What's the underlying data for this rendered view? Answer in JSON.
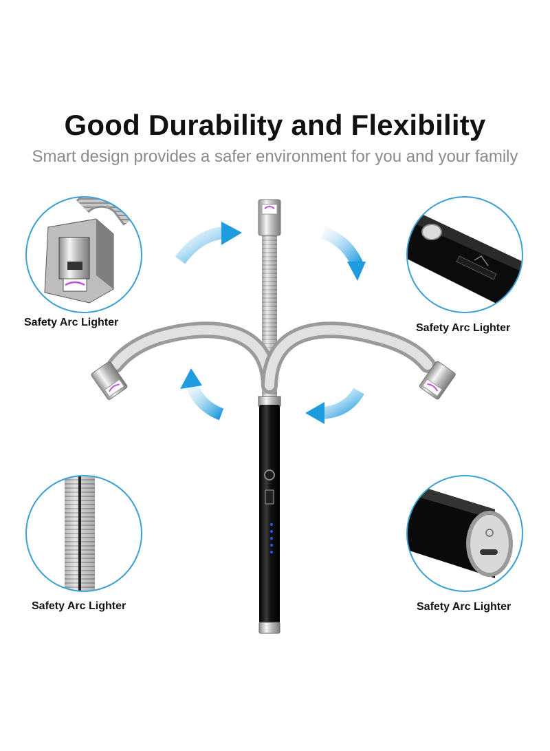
{
  "heading": {
    "title": "Good Durability and Flexibility",
    "subtitle": "Smart design provides a safer environment for you and your family"
  },
  "callouts": [
    {
      "label": "Safety Arc Lighter"
    },
    {
      "label": "Safety Arc Lighter"
    },
    {
      "label": "Safety Arc Lighter"
    },
    {
      "label": "Safety Arc Lighter"
    }
  ],
  "colors": {
    "accent_blue": "#2aa3e0",
    "circle_border": "#3b9fd1",
    "body_black": "#0c0c0c",
    "chrome": "#c9c9c9",
    "led_blue": "#2f5bff",
    "arc_purple": "#c04de0"
  },
  "icons": [
    "rotate-arrow-icon",
    "gooseneck-icon",
    "arc-lighter-icon"
  ]
}
